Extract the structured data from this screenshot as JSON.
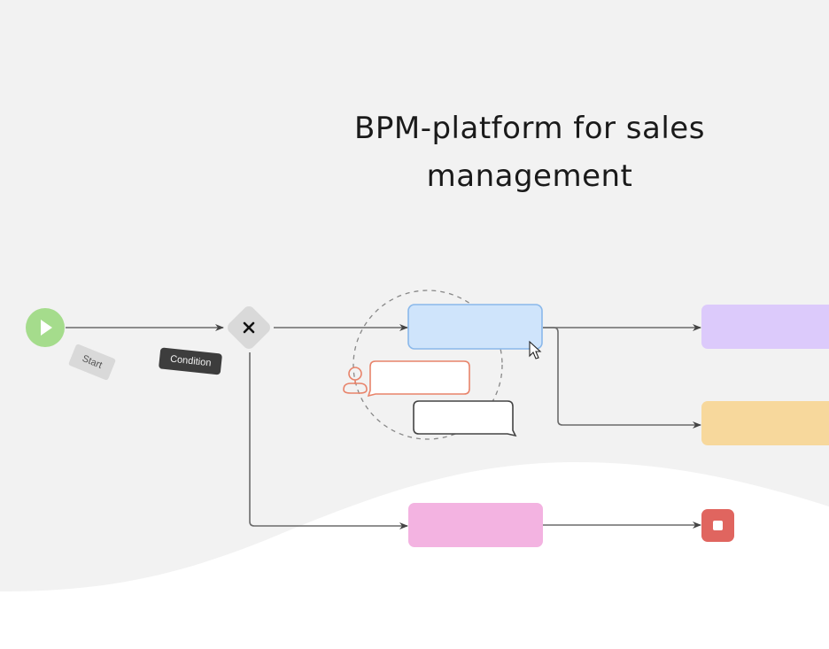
{
  "header": {
    "title_line1": "BPM-platform for sales",
    "title_line2": "management"
  },
  "labels": {
    "start": "Start",
    "condition": "Condition"
  },
  "diagram": {
    "nodes": [
      {
        "id": "start",
        "type": "start-event",
        "icon": "play-icon",
        "color": "#a5dc8c"
      },
      {
        "id": "gateway",
        "type": "exclusive-gateway",
        "icon": "close-icon",
        "color": "#d9d9d9"
      },
      {
        "id": "task-blue",
        "type": "task",
        "color": "#cfe4fb",
        "border": "#8ab8ea",
        "selected": true
      },
      {
        "id": "task-purple",
        "type": "task",
        "color": "#dccafb"
      },
      {
        "id": "task-yellow",
        "type": "task",
        "color": "#f7d89c"
      },
      {
        "id": "task-pink",
        "type": "task",
        "color": "#f3b3e1"
      },
      {
        "id": "end",
        "type": "end-event",
        "icon": "stop-icon",
        "color": "#e0655f"
      }
    ],
    "edges": [
      {
        "from": "start",
        "to": "gateway"
      },
      {
        "from": "gateway",
        "to": "task-blue"
      },
      {
        "from": "gateway",
        "to": "task-pink"
      },
      {
        "from": "task-blue",
        "to": "task-purple"
      },
      {
        "from": "task-blue",
        "to": "task-yellow"
      },
      {
        "from": "task-pink",
        "to": "end"
      }
    ],
    "comments": [
      {
        "id": "comment-user",
        "border": "#e8836a",
        "text": ""
      },
      {
        "id": "comment-reply",
        "border": "#444444",
        "text": ""
      }
    ]
  },
  "colors": {
    "canvas_bg": "#f2f2f2",
    "page_bg": "#ffffff",
    "edge": "#6b6b6b",
    "user_accent": "#e8836a"
  }
}
